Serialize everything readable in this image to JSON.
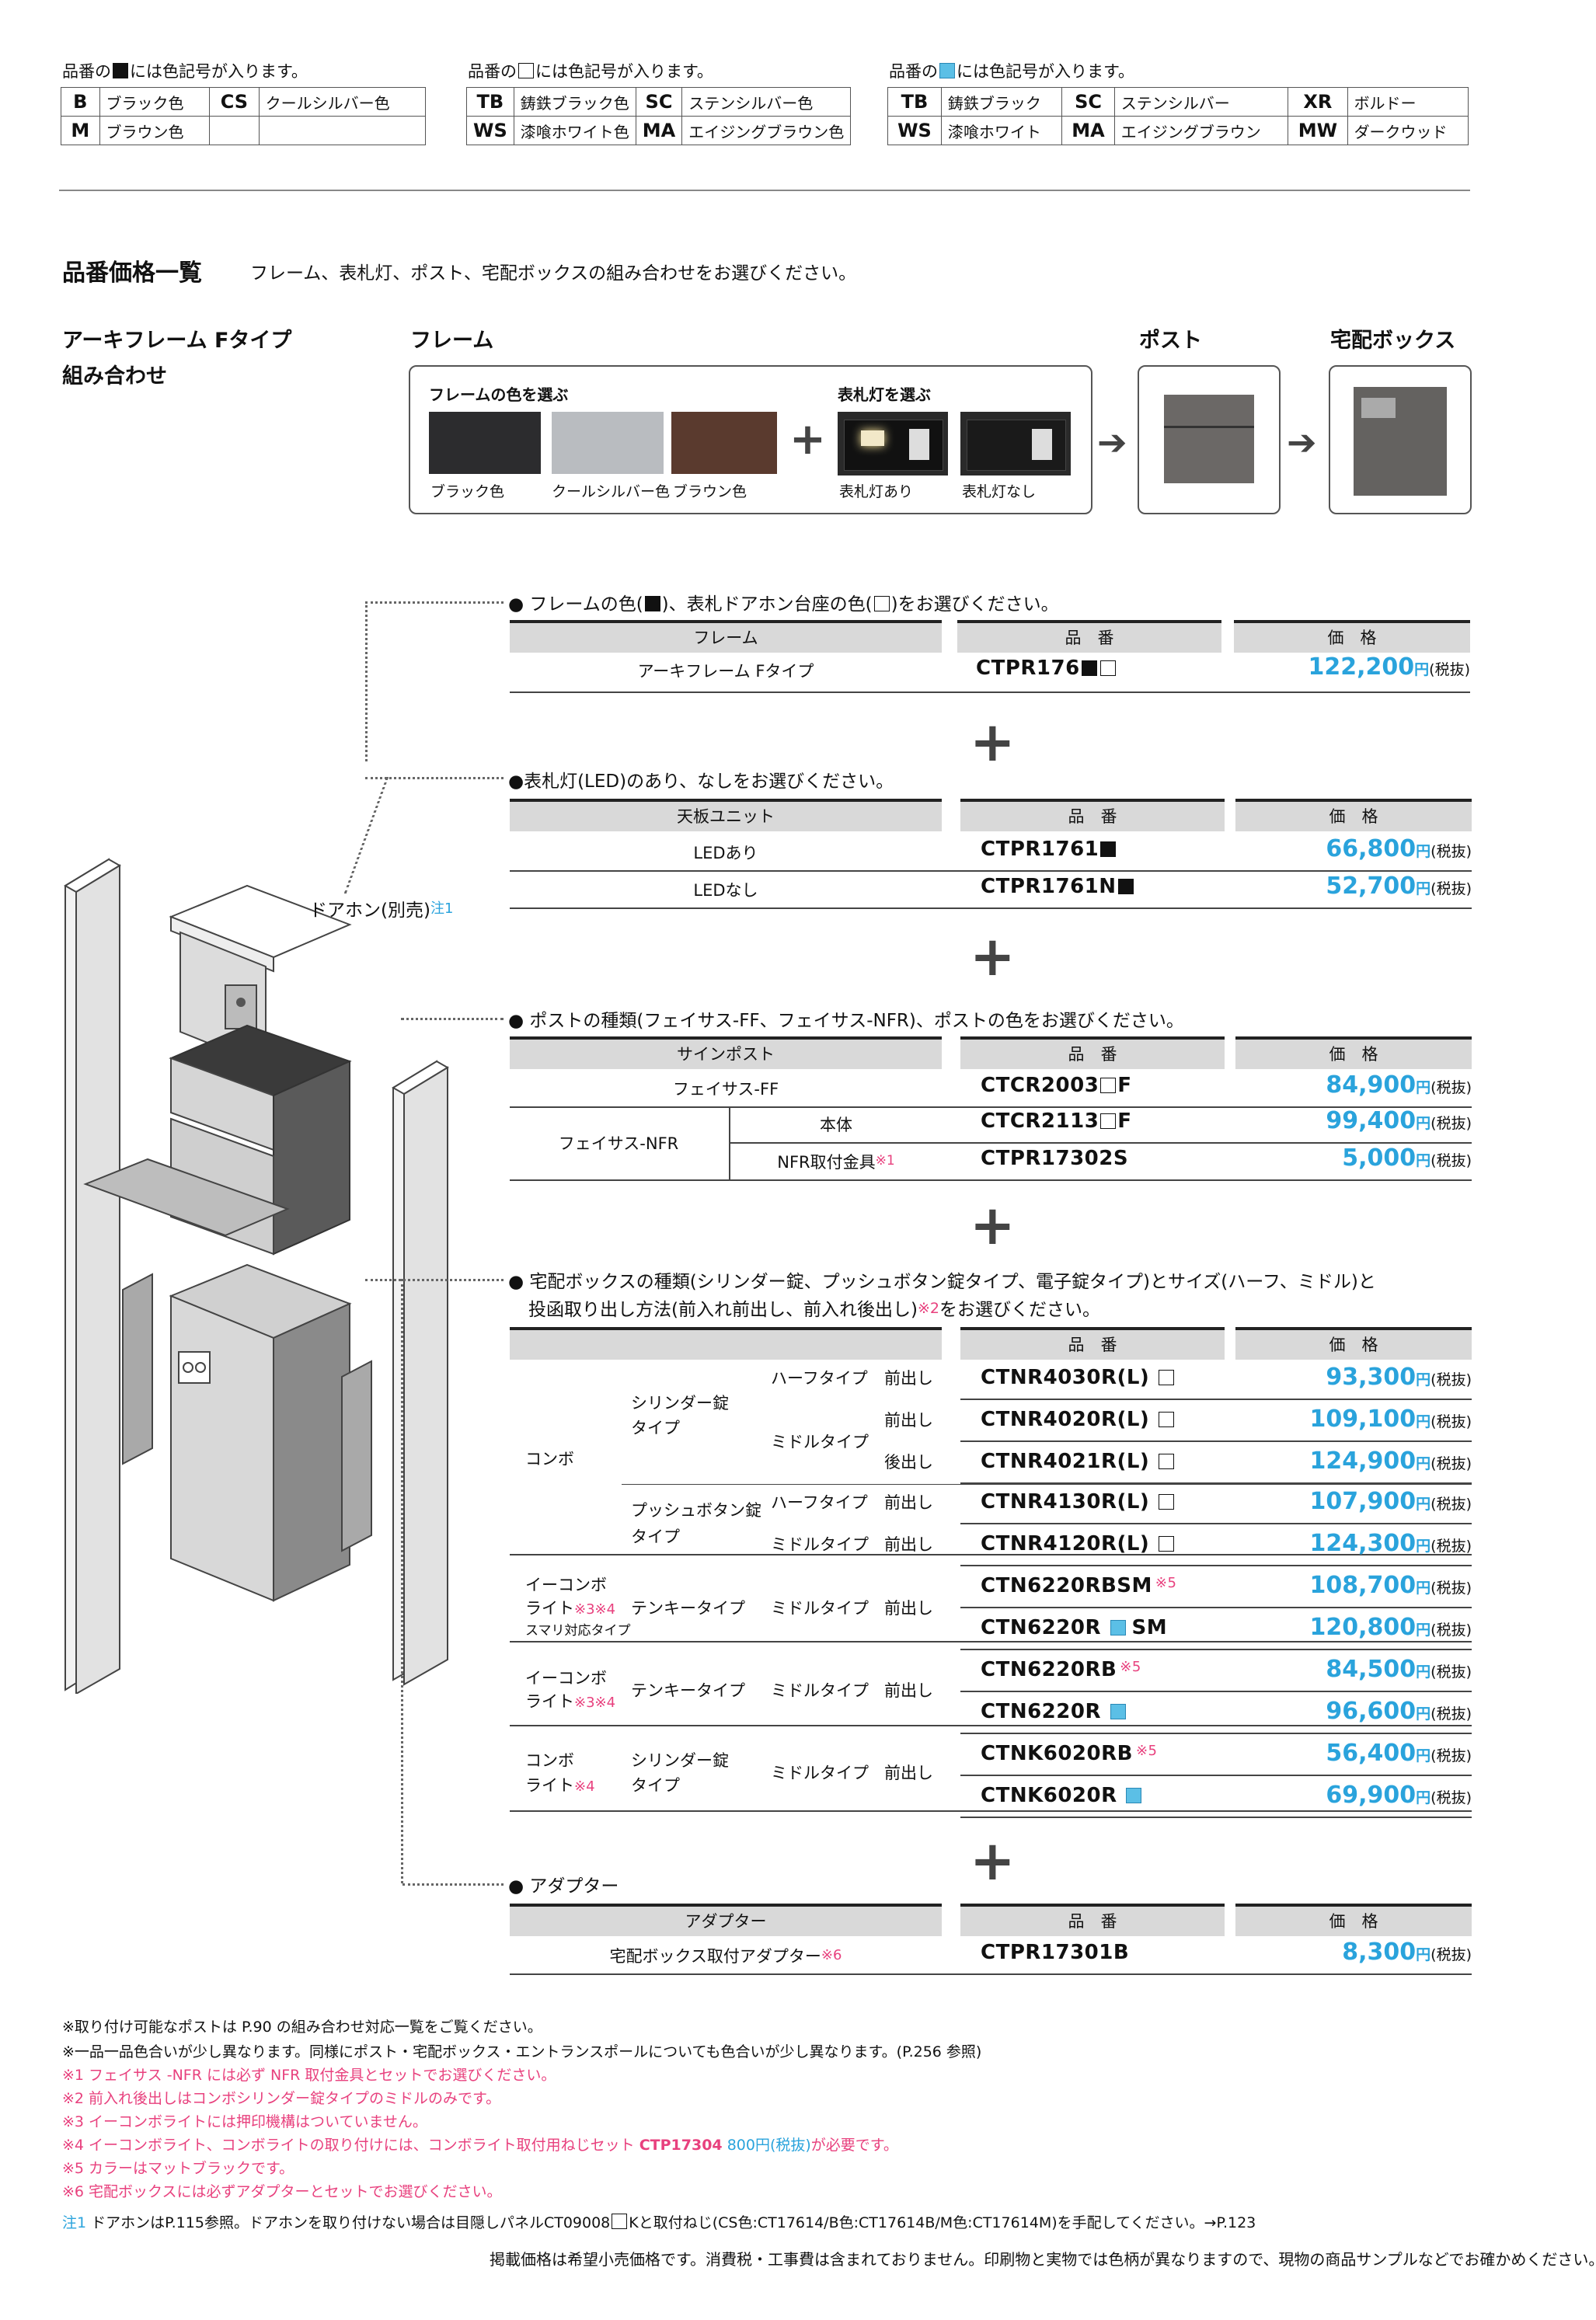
{
  "color_codes": {
    "t1": {
      "caption_pre": "品番の",
      "caption_post": "には色記号が入ります。",
      "rows": [
        [
          "B",
          "ブラック色",
          "CS",
          "クールシルバー色"
        ],
        [
          "M",
          "ブラウン色",
          "",
          ""
        ]
      ]
    },
    "t2": {
      "caption_pre": "品番の",
      "caption_post": "には色記号が入ります。",
      "rows": [
        [
          "TB",
          "鋳鉄ブラック色",
          "SC",
          "ステンシルバー色"
        ],
        [
          "WS",
          "漆喰ホワイト色",
          "MA",
          "エイジングブラウン色"
        ]
      ]
    },
    "t3": {
      "caption_pre": "品番の",
      "caption_post": "には色記号が入ります。",
      "rows": [
        [
          "TB",
          "鋳鉄ブラック",
          "SC",
          "ステンシルバー",
          "XR",
          "ボルドー"
        ],
        [
          "WS",
          "漆喰ホワイト",
          "MA",
          "エイジングブラウン",
          "MW",
          "ダークウッド"
        ]
      ]
    }
  },
  "section": {
    "title": "品番価格一覧",
    "subtitle": "フレーム、表札灯、ポスト、宅配ボックスの組み合わせをお選びください。"
  },
  "combo": {
    "title_line1": "アーキフレーム Fタイプ",
    "title_line2": "組み合わせ",
    "frame_label": "フレーム",
    "post_label": "ポスト",
    "box_label": "宅配ボックス",
    "frame_color_title": "フレームの色を選ぶ",
    "light_title": "表札灯を選ぶ",
    "swatches": [
      {
        "name": "ブラック色",
        "color": "#2c2c2e"
      },
      {
        "name": "クールシルバー色",
        "color": "#b9bcc0"
      },
      {
        "name": "ブラウン色",
        "color": "#5a3a2e"
      }
    ],
    "lights": [
      "表札灯あり",
      "表札灯なし"
    ]
  },
  "doorphone_label": "ドアホン(別売)",
  "doorphone_note": "注1",
  "frame": {
    "bullet_pre": "● フレームの色(",
    "bullet_mid": ")、表札ドアホン台座の色(",
    "bullet_post": ")をお選びください。",
    "h1": "フレーム",
    "h2": "品　番",
    "h3": "価　格",
    "name": "アーキフレーム Fタイプ",
    "code": "CTPR176",
    "price": "122,200"
  },
  "light": {
    "bullet": "●表札灯(LED)のあり、なしをお選びください。",
    "h1": "天板ユニット",
    "h2": "品　番",
    "h3": "価　格",
    "rows": [
      {
        "name": "LEDあり",
        "code": "CTPR1761",
        "price": "66,800"
      },
      {
        "name": "LEDなし",
        "code": "CTPR1761N",
        "price": "52,700"
      }
    ]
  },
  "post": {
    "bullet": "● ポストの種類(フェイサス-FF、フェイサス-NFR)、ポストの色をお選びください。",
    "h1": "サインポスト",
    "h2": "品　番",
    "h3": "価　格",
    "ff_name": "フェイサス-FF",
    "ff_code": "CTCR2003",
    "ff_suffix": "F",
    "ff_price": "84,900",
    "nfr_name": "フェイサス-NFR",
    "nfr_body": "本体",
    "nfr_code": "CTCR2113",
    "nfr_suffix": "F",
    "nfr_price": "99,400",
    "nfr_part": "NFR取付金具",
    "nfr_part_note": "※1",
    "nfr_part_code": "CTPR17302S",
    "nfr_part_price": "5,000"
  },
  "box": {
    "bullet_line1": "● 宅配ボックスの種類(シリンダー錠、プッシュボタン錠タイプ、電子錠タイプ)とサイズ(ハーフ、ミドル)と",
    "bullet_line2": "投函取り出し方法(前入れ前出し、前入れ後出し)",
    "bullet_note": "※2",
    "bullet_line2_post": "をお選びください。",
    "h2": "品　番",
    "h3": "価　格",
    "labels": {
      "combo": "コンボ",
      "cylinder1": "シリンダー錠",
      "cylinder2": "タイプ",
      "push1": "プッシュボタン錠",
      "push2": "タイプ",
      "half": "ハーフタイプ",
      "middle": "ミドルタイプ",
      "front": "前出し",
      "back": "後出し",
      "econ1": "イーコンボ",
      "econ2": "ライト",
      "econ_note": "※3※4",
      "econ3": "スマリ対応タイプ",
      "tenkey": "テンキータイプ",
      "combo_lite1": "コンボ",
      "combo_lite2": "ライト",
      "combo_lite_note": "※4"
    },
    "rows": [
      {
        "code": "CTNR4030R(L)",
        "price": "93,300"
      },
      {
        "code": "CTNR4020R(L)",
        "price": "109,100"
      },
      {
        "code": "CTNR4021R(L)",
        "price": "124,900"
      },
      {
        "code": "CTNR4130R(L)",
        "price": "107,900"
      },
      {
        "code": "CTNR4120R(L)",
        "price": "124,300"
      },
      {
        "code": "CTN6220RBSM",
        "note": "※5",
        "price": "108,700"
      },
      {
        "code": "CTN6220R",
        "suffix": "SM",
        "price": "120,800"
      },
      {
        "code": "CTN6220RB",
        "note": "※5",
        "price": "84,500"
      },
      {
        "code": "CTN6220R",
        "price": "96,600"
      },
      {
        "code": "CTNK6020RB",
        "note": "※5",
        "price": "56,400"
      },
      {
        "code": "CTNK6020R",
        "price": "69,900"
      }
    ]
  },
  "adapter": {
    "bullet": "● アダプター",
    "h1": "アダプター",
    "h2": "品　番",
    "h3": "価　格",
    "name": "宅配ボックス取付アダプター",
    "note": "※6",
    "code": "CTPR17301B",
    "price": "8,300"
  },
  "yen": "円",
  "tax": "(税抜)",
  "notes": [
    "※取り付け可能なポストは P.90 の組み合わせ対応一覧をご覧ください。",
    "※一品一品色合いが少し異なります。同様にポスト・宅配ボックス・エントランスポールについても色合いが少し異なります。(P.256 参照)",
    "※1 フェイサス -NFR には必ず NFR 取付金具とセットでお選びください。",
    "※2 前入れ後出しはコンボシリンダー錠タイプのミドルのみです。",
    "※3 イーコンボライトには押印機構はついていません。",
    "※4 イーコンボライト、コンボライトの取り付けには、コンボライト取付用ねじセット",
    "※5 カラーはマットブラックです。",
    "※6 宅配ボックスには必ずアダプターとセットでお選びください。"
  ],
  "note4_code": "CTP17304",
  "note4_price": "800円(税抜)",
  "note4_post": "が必要です。",
  "note_doorphone_label": "注1",
  "note_doorphone": "ドアホンはP.115参照。ドアホンを取り付けない場合は目隠しパネルCT09008",
  "note_doorphone_2": "Kと取付ねじ(CS色:CT17614/B色:CT17614B/M色:CT17614M)を手配してください。→P.123",
  "footer": "掲載価格は希望小売価格です。消費税・工事費は含まれておりません。印刷物と実物では色柄が異なりますので、現物の商品サンプルなどでお確かめください。"
}
